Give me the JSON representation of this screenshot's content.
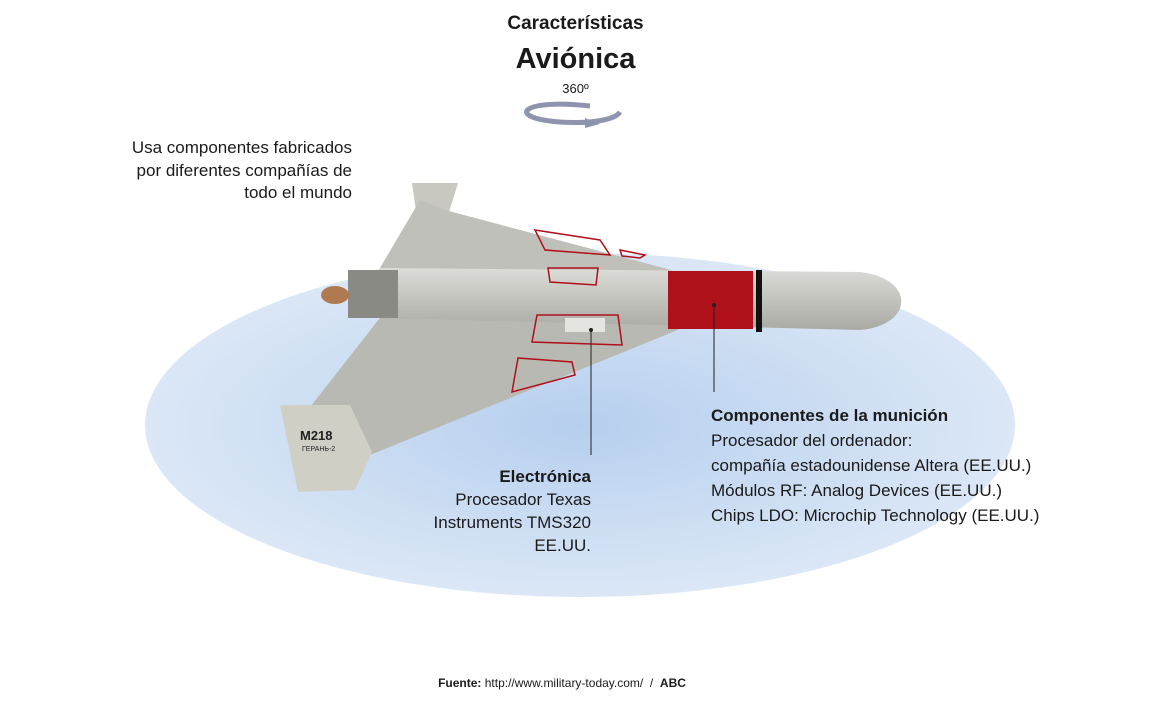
{
  "header": {
    "kicker": "Características",
    "title": "Aviónica",
    "rotation_label": "360º"
  },
  "intro": {
    "lines": [
      "Usa componentes fabricados",
      "por diferentes compañías de",
      "todo el mundo"
    ]
  },
  "drone_markings": {
    "code": "M218",
    "name": "ГЕРАНЬ-2"
  },
  "callouts": {
    "electronics": {
      "title": "Electrónica",
      "lines": [
        "Procesador Texas",
        "Instruments TMS320",
        "EE.UU."
      ]
    },
    "munition": {
      "title": "Componentes de la munición",
      "lines": [
        "Procesador del ordenador:",
        "compañía estadounidense Altera (EE.UU.)",
        "Módulos RF: Analog Devices (EE.UU.)",
        "Chips LDO: Microchip Technology (EE.UU.)"
      ]
    }
  },
  "footer": {
    "source_label": "Fuente:",
    "source_url": "http://www.military-today.com/",
    "separator": "/",
    "publisher": "ABC"
  },
  "colors": {
    "platform": "#d6e4f5",
    "warhead": "#b0101a",
    "drone_body": "#c9cac4"
  }
}
